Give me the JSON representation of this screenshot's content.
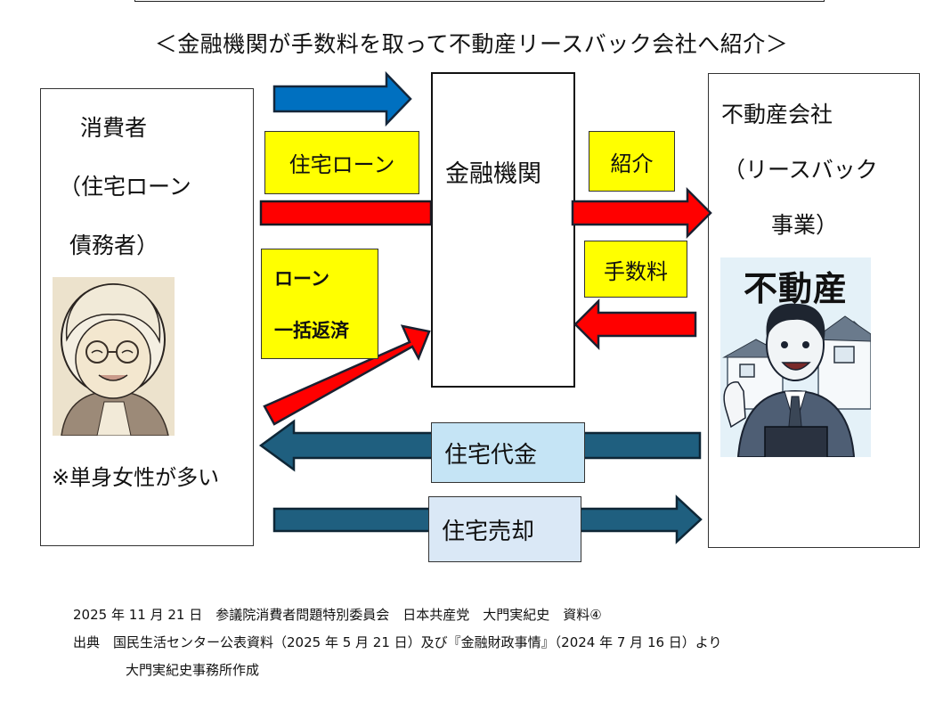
{
  "title": "＜金融機関が手数料を取って不動産リースバック会社へ紹介＞",
  "consumer": {
    "line1": "消費者",
    "line2": "（住宅ローン",
    "line3": "債務者）",
    "note": "※単身女性が多い",
    "illustration": "elderly-woman-illustration"
  },
  "bank": {
    "label": "金融機関"
  },
  "realestate": {
    "line1": "不動産会社",
    "line2": "（リースバック",
    "line3": "事業）",
    "illustration_text": "不動産",
    "illustration": "salesman-with-houses-illustration"
  },
  "labels": {
    "housing_loan": "住宅ローン",
    "loan_line1": "ローン",
    "loan_line2": "一括返済",
    "referral": "紹介",
    "fee": "手数料",
    "house_payment": "住宅代金",
    "house_sale": "住宅売却"
  },
  "colors": {
    "blue_arrow": "#0070c0",
    "red_arrow": "#ff0000",
    "teal_arrow": "#1f5f7f",
    "yellow_label": "#ffff00",
    "light_blue_label": "#c5e4f5",
    "pale_blue_label": "#dae8f6"
  },
  "footer": {
    "line1": "2025 年 11 月 21 日　参議院消費者問題特別委員会　日本共産党　大門実紀史　資料④",
    "line2": "出典　国民生活センター公表資料（2025 年 5 月 21 日）及び『金融財政事情』（2024 年 7 月 16 日）より",
    "line3": "大門実紀史事務所作成"
  }
}
